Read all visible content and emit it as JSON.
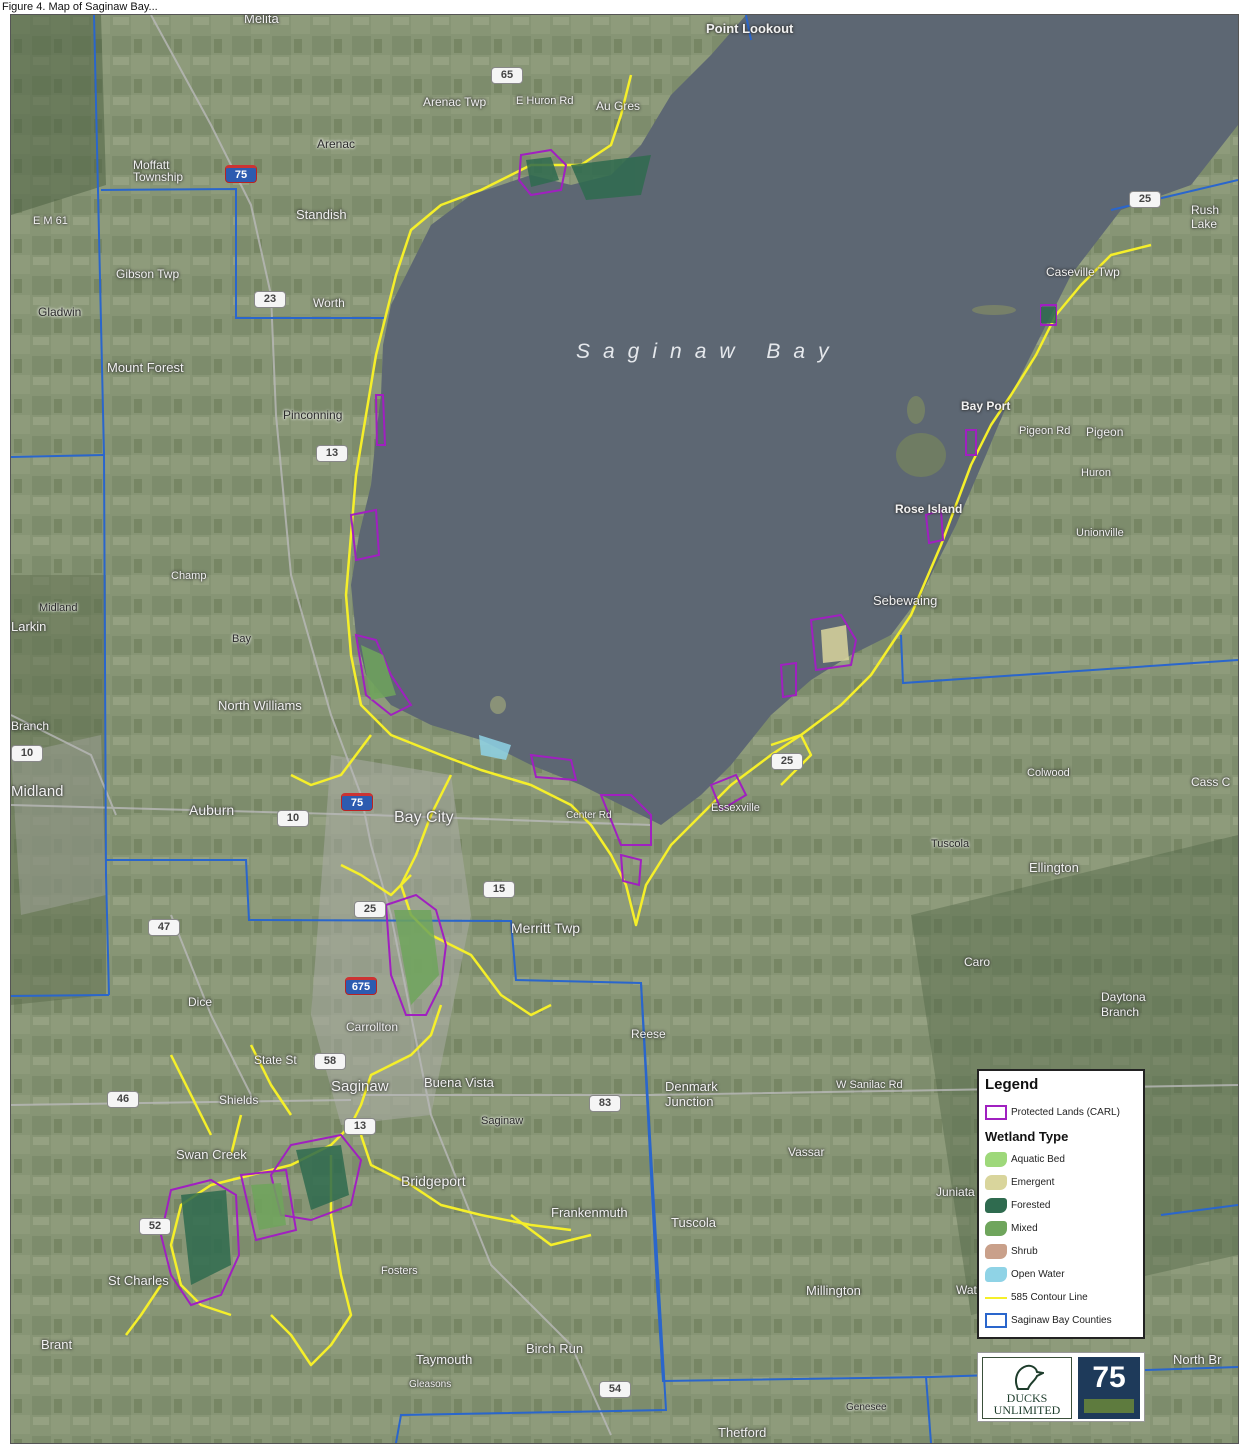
{
  "caption": "Figure 4. Map of Saginaw Bay...",
  "map": {
    "bay_label": "Saginaw Bay",
    "places": {
      "melita": "Melita",
      "point_lookout": "Point Lookout",
      "arenac_twp": "Arenac Twp",
      "e_huron_rd": "E Huron Rd",
      "au_gres": "Au Gres",
      "arenac": "Arenac",
      "morres_township": "Moffatt Township",
      "standish": "Standish",
      "e_m61": "E M 61",
      "gibson_twp": "Gibson Twp",
      "gladwin": "Gladwin",
      "worth": "Worth",
      "mount_forest": "Mount Forest",
      "pinconning": "Pinconning",
      "rush_lake": "Rush Lake",
      "caseville_twp": "Caseville Twp",
      "bay_port": "Bay Port",
      "pigeon_rd": "Pigeon Rd",
      "pigeon": "Pigeon",
      "huron": "Huron",
      "rose_island": "Rose Island",
      "unionville_area": "Unionville",
      "sebewaing": "Sebewaing",
      "midland": "Midland",
      "larkin": "Larkin",
      "champ": "Champ",
      "bay": "Bay",
      "north_williams": "North Williams",
      "auburn": "Auburn",
      "bay_city": "Bay City",
      "branch": "Branch",
      "midland_city": "Midland",
      "center_rd": "Center Rd",
      "essexville": "Essexville",
      "columbia": "Colwood",
      "tuscola": "Tuscola",
      "cass_city": "Cass C",
      "ellington": "Ellington",
      "merritt_twp": "Merritt Twp",
      "caro": "Caro",
      "daytona_branch": "Daytona Branch",
      "dice": "Dice",
      "carrollton": "Carrollton",
      "state_st": "State St",
      "saginaw": "Saginaw",
      "buena_vista": "Buena Vista",
      "saginaw_twp": "Saginaw",
      "denmark_junction": "Denmark Junction",
      "w_sanilac_rd": "W Sanilac Rd",
      "shields": "Shields",
      "swan_creek": "Swan Creek",
      "bridgeport": "Bridgeport",
      "frankenmuth": "Frankenmuth",
      "tuscola_twp": "Tuscola",
      "vassar": "Vassar",
      "juniata": "Juniata",
      "st_charles": "St Charles",
      "fosters": "Fosters",
      "millington": "Millington",
      "brant": "Brant",
      "birch_run": "Birch Run",
      "taymouth": "Taymouth",
      "watrousville": "Wat",
      "north_branch": "North Br",
      "thetford": "Thetford",
      "genesee": "Genesee",
      "reese": "Reese",
      "gleasons": "Gleasons"
    },
    "shields": {
      "s65": "65",
      "s75a": "75",
      "s23": "23",
      "s25": "25",
      "s13": "13",
      "s10a": "10",
      "s75b": "75",
      "s10b": "10",
      "s15": "15",
      "s25b": "25",
      "s47": "47",
      "s675": "675",
      "s58": "58",
      "s46": "46",
      "s83": "83",
      "s13b": "13",
      "s52": "52",
      "s54": "54",
      "s25c": "25"
    }
  },
  "legend": {
    "title": "Legend",
    "protected_lands": "Protected Lands (CARL)",
    "wetland_type_heading": "Wetland Type",
    "items": [
      {
        "label": "Aquatic Bed",
        "color": "#9ed87a"
      },
      {
        "label": "Emergent",
        "color": "#d9d59c"
      },
      {
        "label": "Forested",
        "color": "#2f6b4f"
      },
      {
        "label": "Mixed",
        "color": "#6fa55c"
      },
      {
        "label": "Shrub",
        "color": "#c9a08a"
      },
      {
        "label": "Open Water",
        "color": "#8fd3e6"
      }
    ],
    "contour_line": "585 Contour Line",
    "counties": "Saginaw Bay Counties",
    "colors": {
      "protected_outline": "#a020c0",
      "contour": "#f5ef2a",
      "county_border": "#2a66cc"
    }
  },
  "logos": {
    "du_line1": "DUCKS",
    "du_line2": "UNLIMITED",
    "anniversary": "75"
  }
}
